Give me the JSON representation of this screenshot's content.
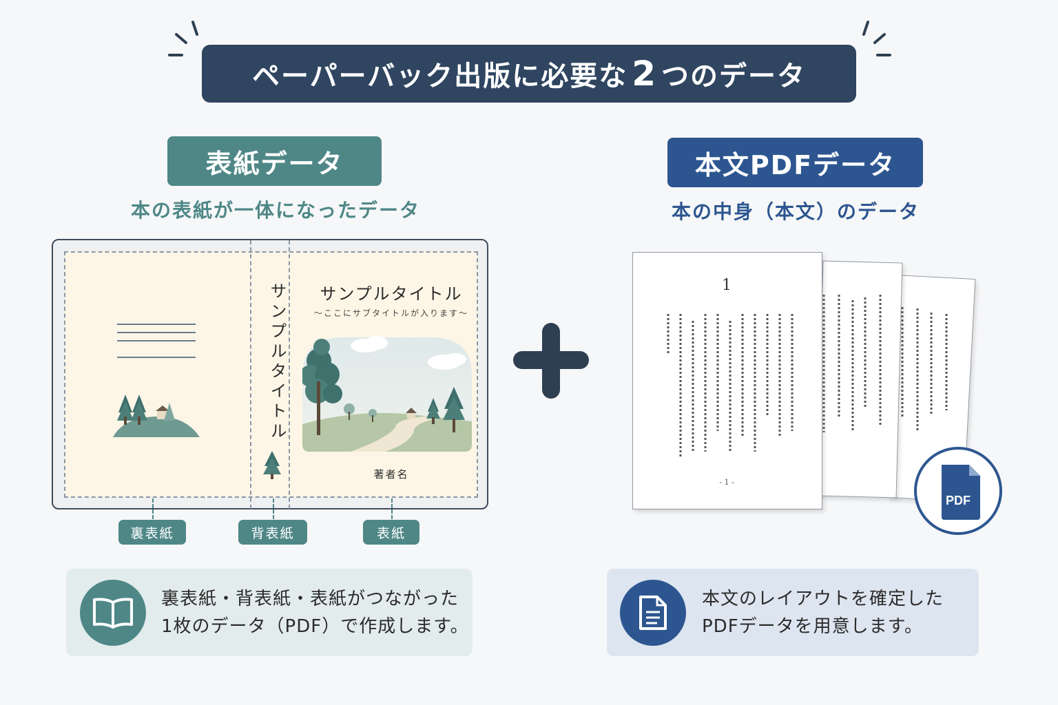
{
  "title": {
    "text": "ペーパーバック出版に必要な",
    "number": "2",
    "suffix": "つのデータ"
  },
  "cover_section": {
    "label": "表紙データ",
    "subtitle": "本の表紙が一体になったデータ",
    "color": "#4f8787",
    "spine_title": "サンプルタイトル",
    "front_title": "サンプルタイトル",
    "front_subtitle": "〜ここにサブタイトルが入ります〜",
    "author": "著者名",
    "parts": [
      "裏表紙",
      "背表紙",
      "表紙"
    ]
  },
  "body_section": {
    "label": "本文PDFデータ",
    "subtitle": "本の中身（本文）のデータ",
    "color": "#2d5690",
    "page_number": "1",
    "page_footer": "- 1 -",
    "badge": "PDF"
  },
  "info_left": {
    "icon": "open-book-icon",
    "line1": "裏表紙・背表紙・表紙がつながった",
    "line2": "1枚のデータ（PDF）で作成します。"
  },
  "info_right": {
    "icon": "document-icon",
    "line1": "本文のレイアウトを確定した",
    "line2": "PDFデータを用意します。"
  }
}
